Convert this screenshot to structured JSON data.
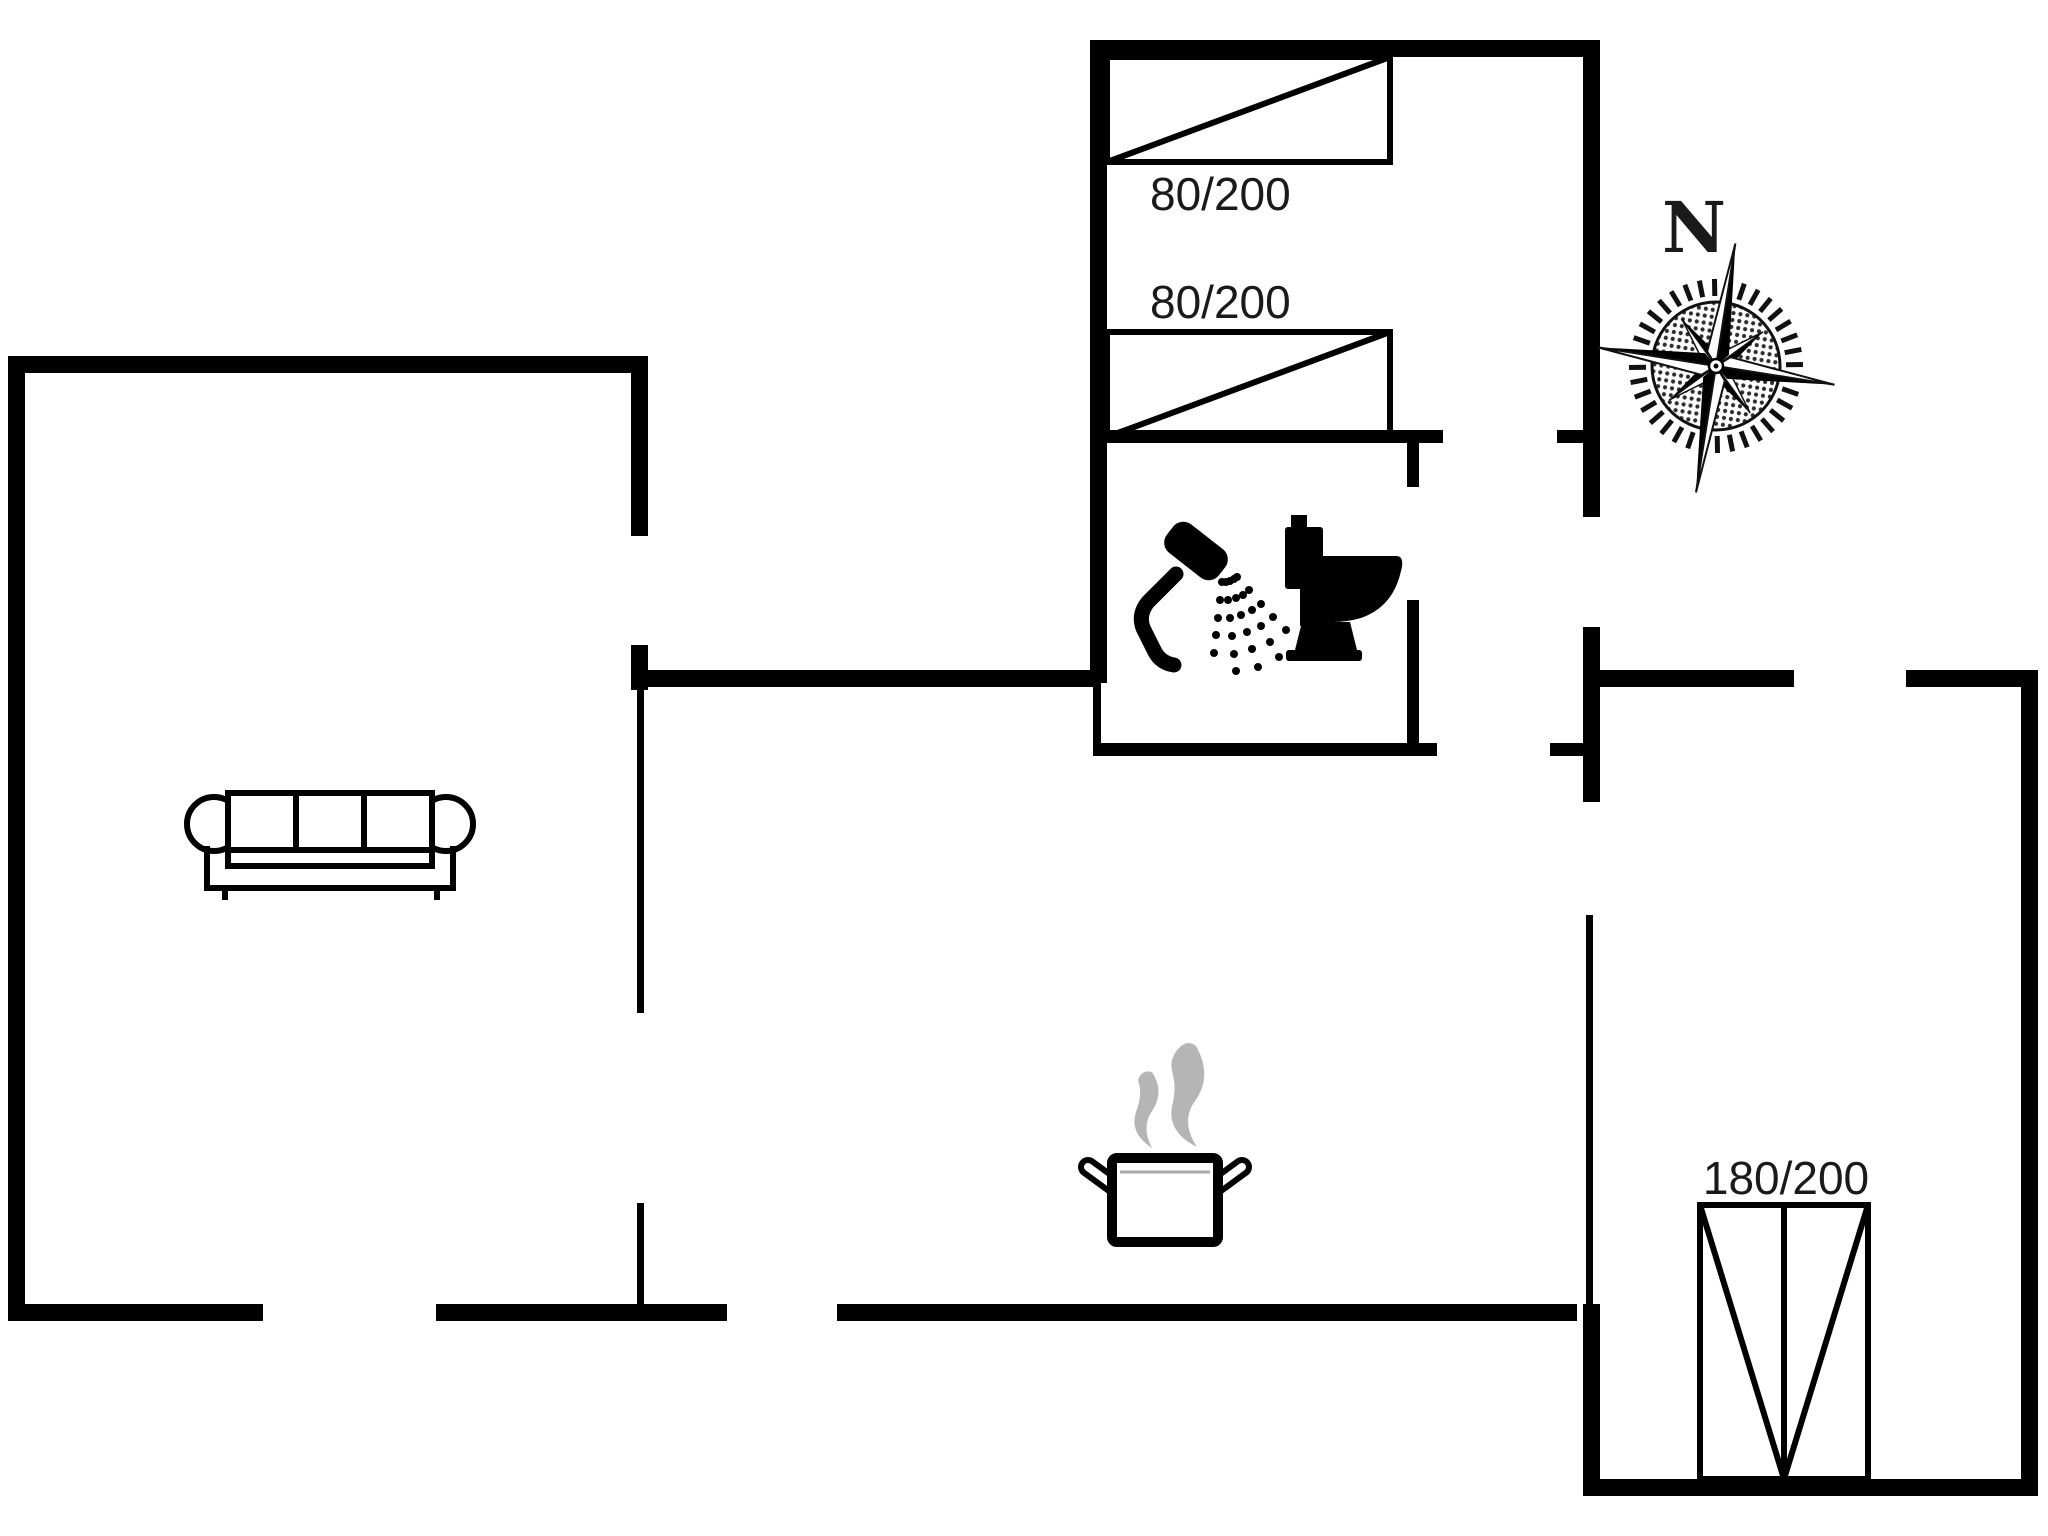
{
  "floor_plan": {
    "labels": {
      "bed_top_1": "80/200",
      "bed_top_2": "80/200",
      "bed_double": "180/200",
      "compass_north": "N"
    },
    "icons": {
      "compass": "compass-rose-icon",
      "shower": "shower-icon",
      "toilet": "toilet-icon",
      "sofa": "sofa-icon",
      "cooking_pot": "cooking-pot-icon",
      "steam": "steam-icon"
    },
    "colors": {
      "wall": "#000000",
      "line": "#1a1a1a",
      "steam": "#b5b5b5",
      "background": "#ffffff"
    }
  }
}
